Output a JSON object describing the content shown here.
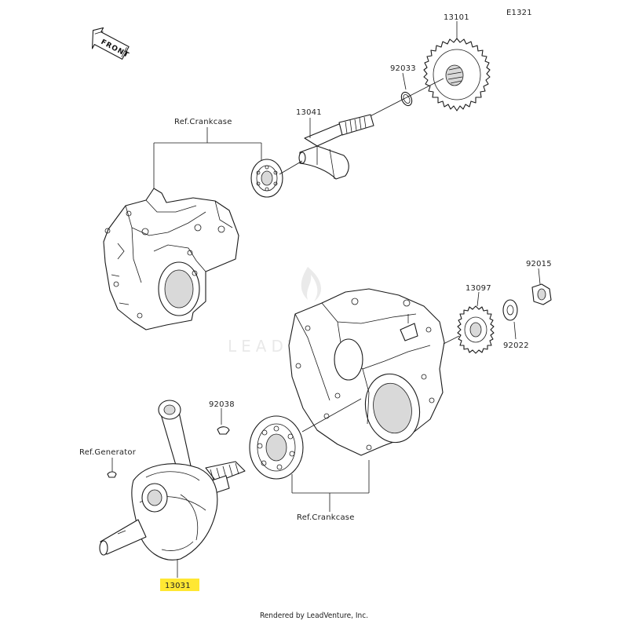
{
  "diagram_code": "E1321",
  "front_label": "FRONT",
  "watermark": "LEADVENTURE",
  "footer": "Rendered by LeadVenture, Inc.",
  "parts": {
    "p13101": "13101",
    "p92033": "92033",
    "p13041": "13041",
    "p92015": "92015",
    "p13097": "13097",
    "p92022": "92022",
    "p92038": "92038",
    "p13031": "13031"
  },
  "refs": {
    "crankcase_top": "Ref.Crankcase",
    "generator": "Ref.Generator",
    "crankcase_bottom": "Ref.Crankcase"
  },
  "highlight_part": "13031",
  "colors": {
    "highlight": "#ffe733",
    "line": "#1a1a1a",
    "watermark": "#d8d8d8"
  }
}
